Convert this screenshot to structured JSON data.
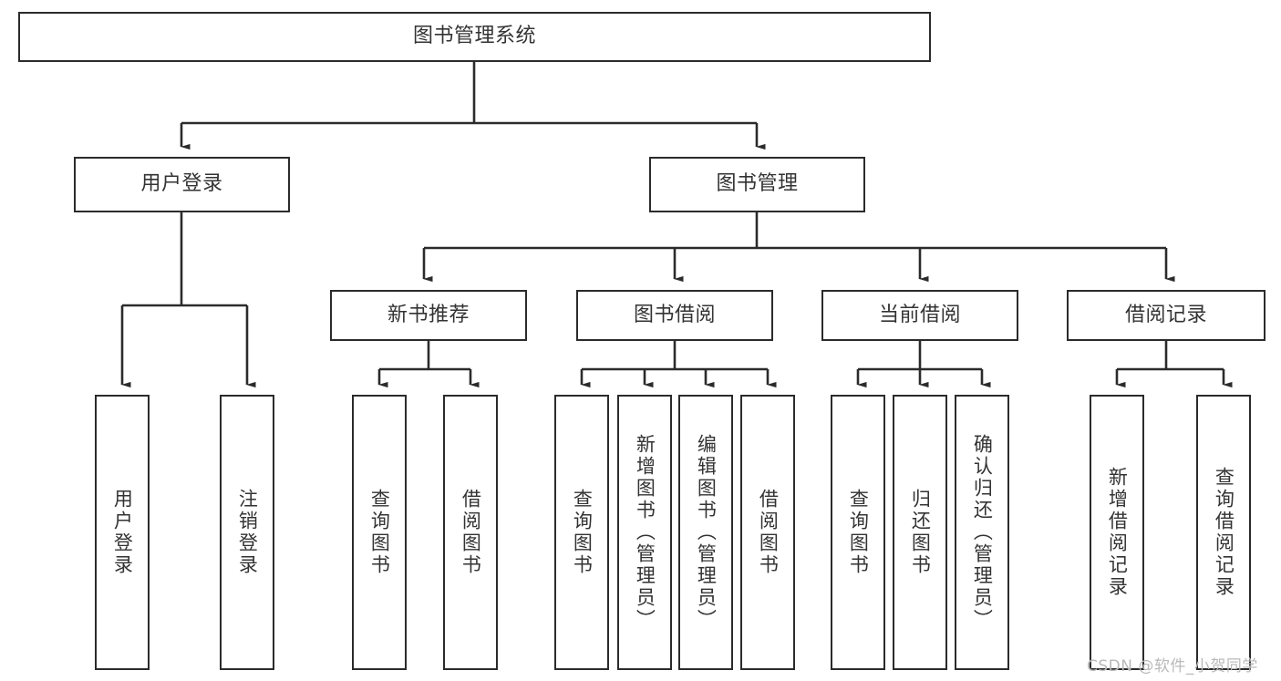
{
  "diagram": {
    "title": "图书管理系统",
    "watermark": "CSDN @软件_小贺同学",
    "colors": {
      "box_border": "#2b2b2b",
      "box_fill": "#ffffff",
      "line": "#2b2b2b",
      "text": "#333333",
      "watermark": "#b9b9b9"
    },
    "nodes": {
      "root": {
        "label": "图书管理系统"
      },
      "level2": [
        {
          "label": "用户登录"
        },
        {
          "label": "图书管理"
        }
      ],
      "level3": [
        {
          "label": "新书推荐"
        },
        {
          "label": "图书借阅"
        },
        {
          "label": "当前借阅"
        },
        {
          "label": "借阅记录"
        }
      ],
      "leaves_user_login": [
        {
          "label": "用户登录"
        },
        {
          "label": "注销登录"
        }
      ],
      "leaves_new_book": [
        {
          "label": "查询图书"
        },
        {
          "label": "借阅图书"
        }
      ],
      "leaves_borrow": [
        {
          "label": "查询图书"
        },
        {
          "label": "新增图书（管理员）"
        },
        {
          "label": "编辑图书（管理员）"
        },
        {
          "label": "借阅图书"
        }
      ],
      "leaves_current": [
        {
          "label": "查询图书"
        },
        {
          "label": "归还图书"
        },
        {
          "label": "确认归还（管理员）"
        }
      ],
      "leaves_records": [
        {
          "label": "新增借阅记录"
        },
        {
          "label": "查询借阅记录"
        }
      ]
    }
  }
}
